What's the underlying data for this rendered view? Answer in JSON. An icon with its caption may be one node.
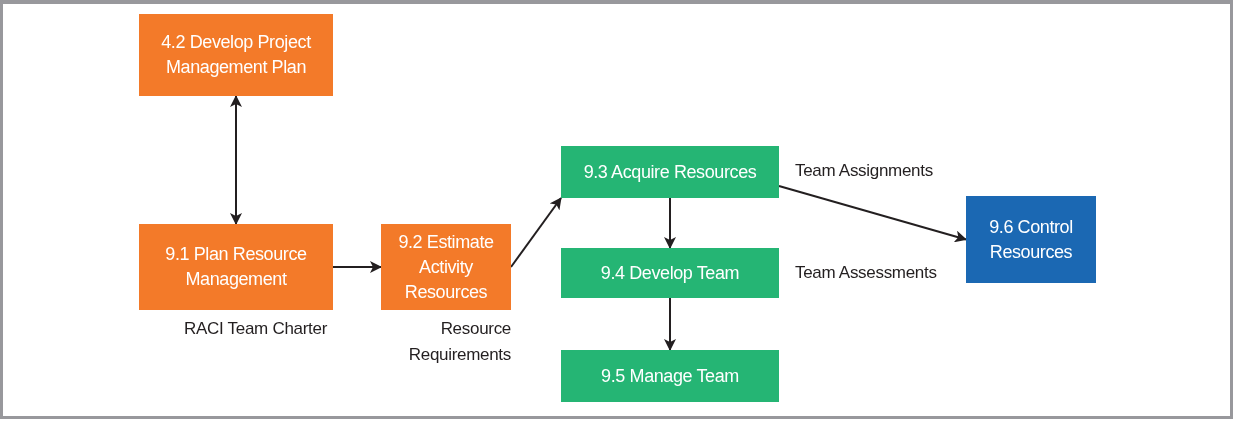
{
  "diagram": {
    "nodes": [
      {
        "text": [
          "4.2 Develop Project Management Plan"
        ]
      },
      {
        "text": [
          "9.1 Plan Resource Management"
        ],
        "beside": [
          "RACI Team Charter"
        ]
      },
      {
        "text": [
          "9.2 Estimate Activity Resources"
        ],
        "beside": [
          "Resource Requirements"
        ]
      },
      {
        "text": [
          "9.3 Acquire Resources"
        ]
      },
      {
        "text": [
          "9.4 Develop Team"
        ]
      },
      {
        "text": [
          "9.5 Manage Team"
        ]
      },
      {
        "text": [
          "9.6 Control Resources"
        ]
      }
    ],
    "edges": [
      {
        "from": 0,
        "to": 1,
        "arrow": "both"
      },
      {
        "from": 1,
        "to": 2,
        "arrow": "to"
      },
      {
        "from": 2,
        "to": 3,
        "arrow": "to"
      },
      {
        "from": 3,
        "to": 4,
        "arrow": "to"
      },
      {
        "from": 4,
        "to": 5,
        "arrow": "to"
      },
      {
        "from": 3,
        "to": 6,
        "arrow": "to",
        "label": "Team Assignments"
      }
    ],
    "labels": [
      "Team Assessments"
    ]
  }
}
